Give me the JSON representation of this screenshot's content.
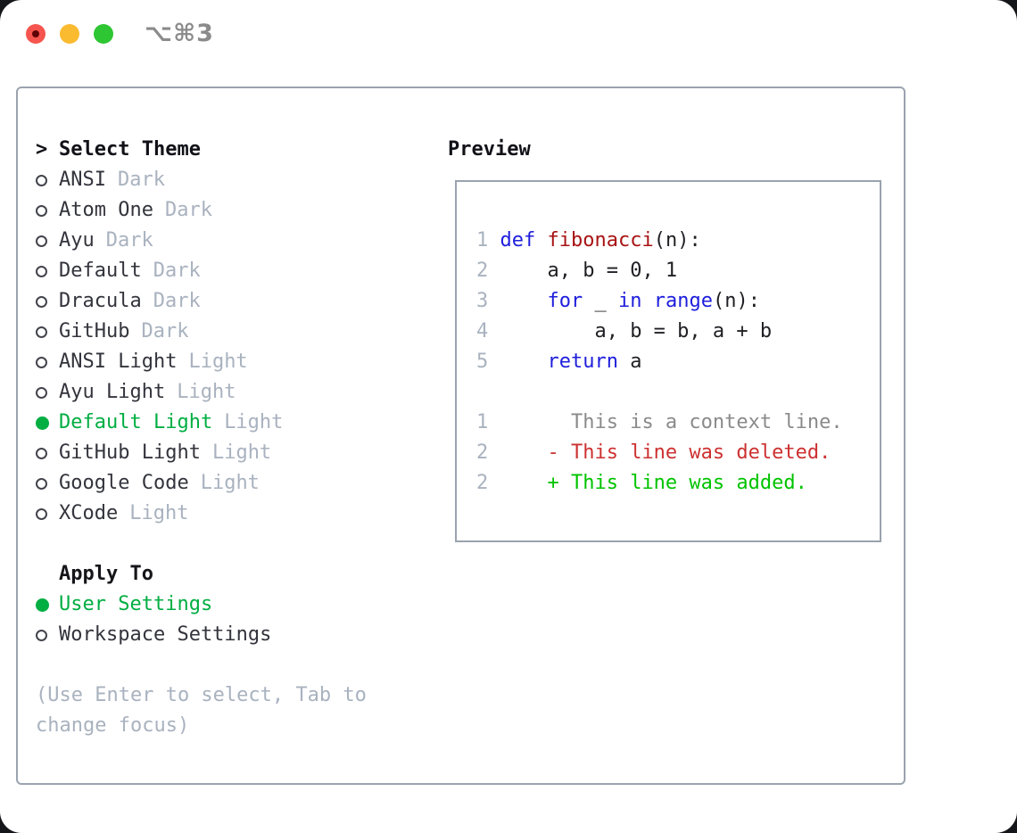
{
  "window": {
    "hotkey": "⌥⌘3"
  },
  "colors": {
    "accent_green": "#00ae42",
    "added_green": "#00c300",
    "deleted_red": "#cd3131",
    "keyword_blue": "#1e1edc",
    "function_red": "#a81313",
    "context_gray": "#8a8a8a",
    "muted_gray": "#a9b2bf",
    "text_dark": "#33343c",
    "border_gray": "#9aa3ae",
    "traffic_red": "#f6554f",
    "traffic_yellow": "#fabb30",
    "traffic_green": "#2ec633",
    "hotkey_gray": "#8b8b8b"
  },
  "theme_list": {
    "title_prefix": ">",
    "title": "Select Theme",
    "items": [
      {
        "name": "ANSI",
        "tag": "Dark",
        "selected": false
      },
      {
        "name": "Atom One",
        "tag": "Dark",
        "selected": false
      },
      {
        "name": "Ayu",
        "tag": "Dark",
        "selected": false
      },
      {
        "name": "Default",
        "tag": "Dark",
        "selected": false
      },
      {
        "name": "Dracula",
        "tag": "Dark",
        "selected": false
      },
      {
        "name": "GitHub",
        "tag": "Dark",
        "selected": false
      },
      {
        "name": "ANSI Light",
        "tag": "Light",
        "selected": false
      },
      {
        "name": "Ayu Light",
        "tag": "Light",
        "selected": false
      },
      {
        "name": "Default Light",
        "tag": "Light",
        "selected": true
      },
      {
        "name": "GitHub Light",
        "tag": "Light",
        "selected": false
      },
      {
        "name": "Google Code",
        "tag": "Light",
        "selected": false
      },
      {
        "name": "XCode",
        "tag": "Light",
        "selected": false
      }
    ]
  },
  "apply_to": {
    "title": "Apply To",
    "options": [
      {
        "label": "User Settings",
        "selected": true
      },
      {
        "label": "Workspace Settings",
        "selected": false
      }
    ]
  },
  "help_text": "(Use Enter to select, Tab to change focus)",
  "preview": {
    "title": "Preview",
    "lines": [
      {
        "type": "code",
        "segs": [
          [
            "ln",
            "1 "
          ],
          [
            "kw",
            "def"
          ],
          [
            "pl",
            " "
          ],
          [
            "fn",
            "fibonacci"
          ],
          [
            "pl",
            "(n):"
          ]
        ]
      },
      {
        "type": "code",
        "segs": [
          [
            "ln",
            "2 "
          ],
          [
            "pl",
            "    a, b = 0, 1"
          ]
        ]
      },
      {
        "type": "code",
        "segs": [
          [
            "ln",
            "3 "
          ],
          [
            "pl",
            "    "
          ],
          [
            "kw",
            "for"
          ],
          [
            "pl",
            " _ "
          ],
          [
            "kw",
            "in"
          ],
          [
            "pl",
            " "
          ],
          [
            "kw",
            "range"
          ],
          [
            "pl",
            "(n):"
          ]
        ]
      },
      {
        "type": "code",
        "segs": [
          [
            "ln",
            "4 "
          ],
          [
            "pl",
            "        a, b = b, a + b"
          ]
        ]
      },
      {
        "type": "code",
        "segs": [
          [
            "ln",
            "5 "
          ],
          [
            "pl",
            "    "
          ],
          [
            "kw",
            "return"
          ],
          [
            "pl",
            " a"
          ]
        ]
      },
      {
        "type": "blank",
        "segs": []
      },
      {
        "type": "context",
        "segs": [
          [
            "ln",
            "1 "
          ],
          [
            "ctx",
            "      This is a context line."
          ]
        ]
      },
      {
        "type": "deleted",
        "segs": [
          [
            "ln",
            "2 "
          ],
          [
            "del",
            "    - This line was deleted."
          ]
        ]
      },
      {
        "type": "added",
        "segs": [
          [
            "ln",
            "2 "
          ],
          [
            "add",
            "    + This line was added."
          ]
        ]
      }
    ]
  }
}
